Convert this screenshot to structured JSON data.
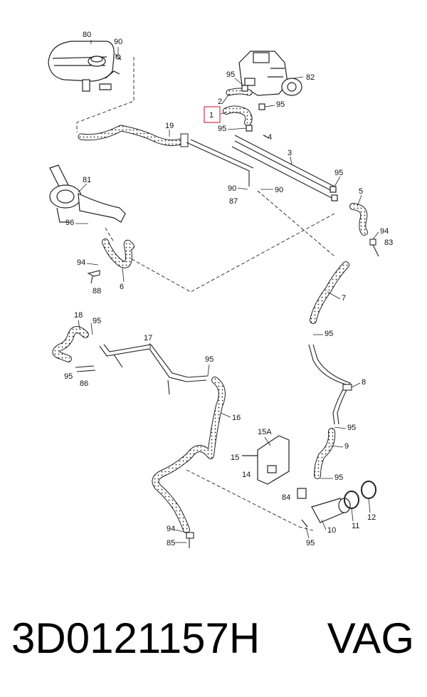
{
  "highlight_color": "#e05060",
  "labels": {
    "l80": "80",
    "l90a": "90",
    "l95a": "95",
    "l82": "82",
    "l2": "2",
    "l95b": "95",
    "l1": "1",
    "l95c": "95",
    "l4": "4",
    "l19": "19",
    "l3": "3",
    "l95d": "95",
    "l5": "5",
    "l90b": "90",
    "l90c": "90",
    "l87": "87",
    "l81": "81",
    "l96a": "96",
    "l94a": "94",
    "l83": "83",
    "l94b": "94",
    "l88": "88",
    "l6": "6",
    "l7": "7",
    "l95e": "95",
    "l18": "18",
    "l95f": "95",
    "l17": "17",
    "l95g": "95",
    "l86": "86",
    "l95h": "95",
    "l8": "8",
    "l16": "16",
    "l95i": "95",
    "l15a": "15A",
    "l9": "9",
    "l15": "15",
    "l14": "14",
    "l95j": "95",
    "l84": "84",
    "l11": "11",
    "l12": "12",
    "l94c": "94",
    "l10": "10",
    "l85": "85",
    "l95k": "95"
  },
  "footer": {
    "part_number": "3D0121157H",
    "brand": "VAG"
  }
}
